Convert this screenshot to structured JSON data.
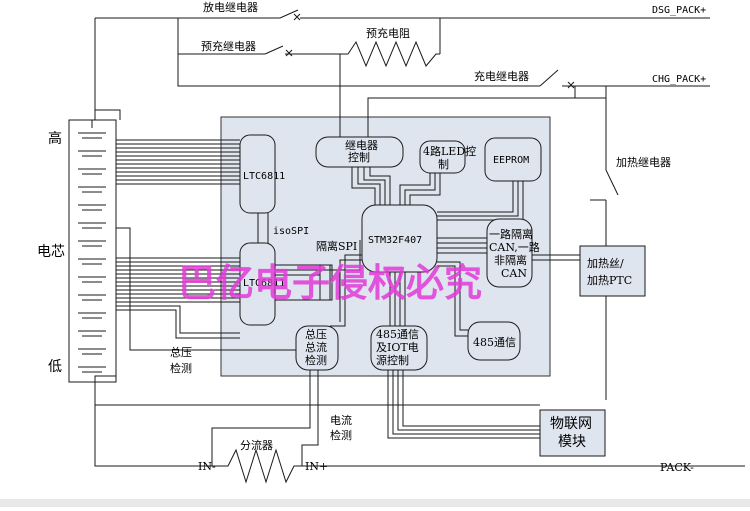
{
  "labels": {
    "discharge_relay": "放电继电器",
    "dsg_pack": "DSG_PACK+",
    "precharge_relay": "预充继电器",
    "precharge_resistor": "预充电阻",
    "charge_relay": "充电继电器",
    "chg_pack": "CHG_PACK+",
    "relay_control_1": "继电器",
    "relay_control_2": "控制",
    "led_1": "4路LED控",
    "led_2": "制",
    "eeprom": "EEPROM",
    "heater_relay": "加热继电器",
    "ltc_top": "LTC6811",
    "ltc_bottom": "LTC6811",
    "isospi": "isoSPI",
    "isolated_spi": "隔离SPI",
    "mcu": "STM32F407",
    "can_1": "一路隔离",
    "can_2": "CAN,一路",
    "can_3": "非隔离",
    "can_4": "CAN",
    "heater_1": "加热丝/",
    "heater_2": "加热PTC",
    "cell_high": "高",
    "cell_mid": "电芯",
    "cell_low": "低",
    "volt_current_1": "总压",
    "volt_current_2": "总流",
    "volt_current_3": "检测",
    "iot_power_1": "485通信",
    "iot_power_2": "及IOT电",
    "iot_power_3": "源控制",
    "rs485": "485通信",
    "total_voltage_1": "总压",
    "total_voltage_2": "检测",
    "current_detect_1": "电流",
    "current_detect_2": "检测",
    "shunt": "分流器",
    "in_minus": "IN-",
    "in_plus": "IN+",
    "iot_module_1": "物联网",
    "iot_module_2": "模块",
    "pack_minus": "PACK-",
    "watermark": "巴亿电子侵权必究"
  },
  "colors": {
    "line": "#1a1a1a",
    "mcu_panel": "#dfe5ef",
    "watermark": "#e23ad6"
  }
}
